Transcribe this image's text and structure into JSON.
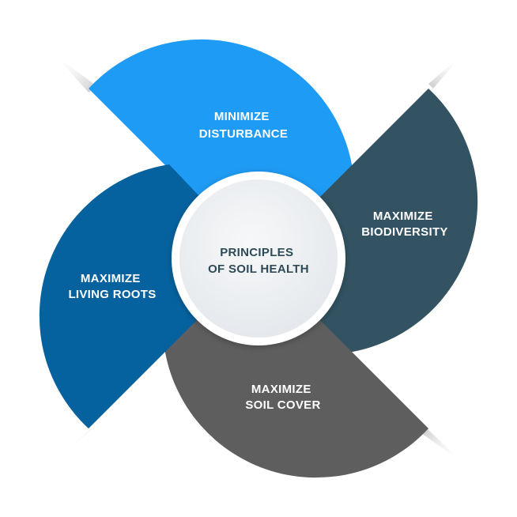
{
  "center": {
    "line1": "PRINCIPLES",
    "line2": "OF SOIL HEALTH"
  },
  "petals": [
    {
      "id": "top",
      "line1": "MINIMIZE",
      "line2": "DISTURBANCE",
      "color": "#1e9bf5"
    },
    {
      "id": "right",
      "line1": "MAXIMIZE",
      "line2": "BIODIVERSITY",
      "color": "#335362"
    },
    {
      "id": "bottom",
      "line1": "MAXIMIZE",
      "line2": "SOIL COVER",
      "color": "#5e5e5e"
    },
    {
      "id": "left",
      "line1": "MAXIMIZE",
      "line2": "LIVING ROOTS",
      "color": "#06629f"
    }
  ],
  "colors": {
    "center_fill": "#eef1f4",
    "center_ring": "#ffffff",
    "center_text": "#2f4a57"
  }
}
